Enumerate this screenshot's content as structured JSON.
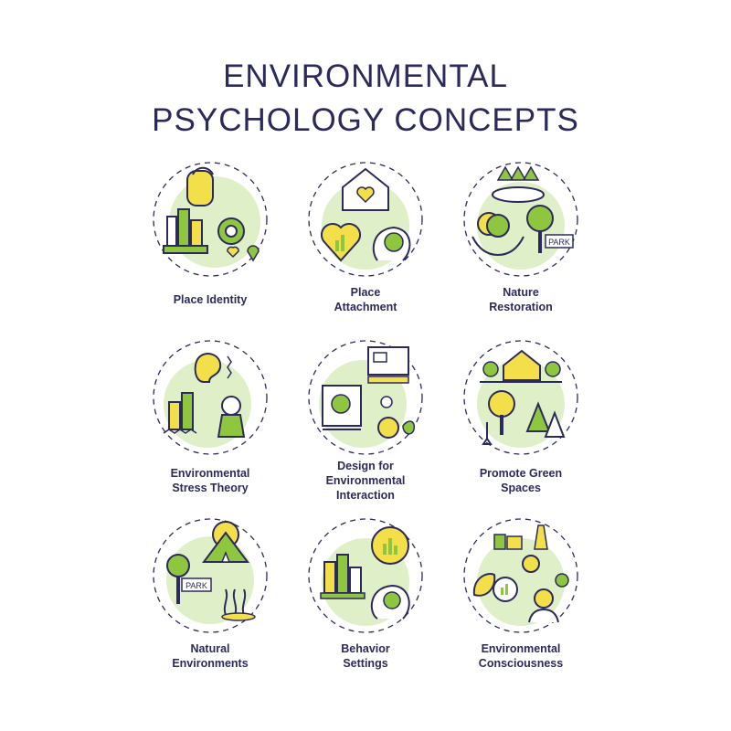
{
  "title": {
    "line1": "ENVIRONMENTAL",
    "line2": "PSYCHOLOGY CONCEPTS"
  },
  "colors": {
    "outline": "#2c2a5c",
    "yellow": "#f2df4a",
    "green": "#8ec63f",
    "light_green": "#dff0c8"
  },
  "concepts": [
    {
      "label": "Place Identity",
      "icon": "head-lock-city-gear-icon"
    },
    {
      "label": "Place\nAttachment",
      "icon": "house-heart-icon"
    },
    {
      "label": "Nature\nRestoration",
      "icon": "forest-lake-hands-park-icon"
    },
    {
      "label": "Environmental\nStress Theory",
      "icon": "ear-noise-stressed-person-icon"
    },
    {
      "label": "Design for\nEnvironmental\nInteraction",
      "icon": "blueprint-ruler-gear-icon"
    },
    {
      "label": "Promote Green\nSpaces",
      "icon": "house-trees-shovel-icon"
    },
    {
      "label": "Natural\nEnvironments",
      "icon": "tent-mountains-park-sign-icon"
    },
    {
      "label": "Behavior\nSettings",
      "icon": "gear-chart-city-head-icon"
    },
    {
      "label": "Environmental\nConsciousness",
      "icon": "factory-info-leaf-person-icon"
    }
  ],
  "park_sign_text": "PARK"
}
